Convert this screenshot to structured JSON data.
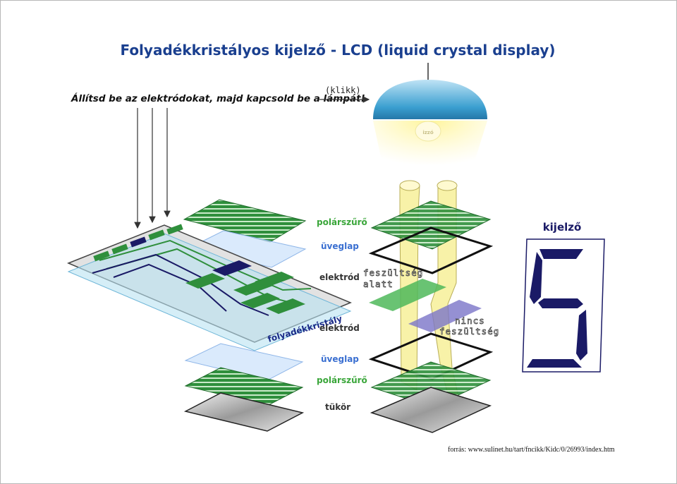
{
  "title": "Folyadékkristályos kijelző - LCD (liquid crystal display)",
  "instruction": "Állítsd be az elektródokat, majd kapcsold be a lámpát!",
  "klikk": "(klikk)",
  "lamp_label": "izzó",
  "layers": {
    "polarizer_top": "polárszűrő",
    "glass_top": "üveglap",
    "electrode_top": "elektród",
    "liquid_crystal": "folyadékkristály",
    "electrode_bottom": "elektród",
    "glass_bottom": "üveglap",
    "polarizer_bottom": "polárszűrő",
    "mirror": "tükör"
  },
  "states": {
    "under_voltage_1": "feszültség",
    "under_voltage_2": "alatt",
    "no_voltage_1": "nincs",
    "no_voltage_2": "feszültség"
  },
  "display": {
    "title": "kijelző",
    "digit": "5"
  },
  "source": "forrás: www.sulinet.hu/tart/fncikk/Kidc/0/26993/index.htm",
  "colors": {
    "title": "#1a3f8f",
    "polarizer": "#3aa63a",
    "glass": "#3a6fd1",
    "lamp": "#3a9fd0",
    "segment": "#1a1a66"
  }
}
